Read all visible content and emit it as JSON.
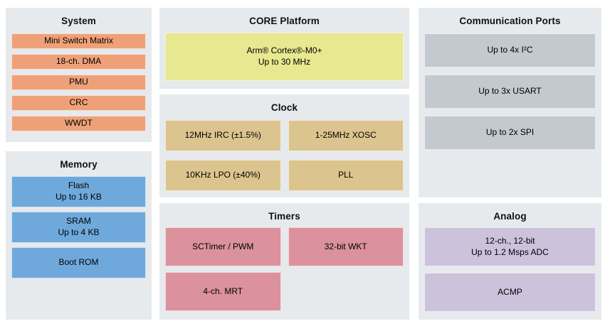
{
  "colors": {
    "panel_bg": "#E6EAED",
    "system_block": "#EEA178",
    "memory_block": "#6FA9DC",
    "core_block": "#E7E88F",
    "clock_block": "#DCC48E",
    "timers_block": "#DB929C",
    "comm_block": "#C3C9CE",
    "analog_block": "#CCC2DC",
    "text": "#000000"
  },
  "panels": {
    "system": {
      "title": "System",
      "blocks": [
        {
          "line1": "Mini Switch Matrix"
        },
        {
          "line1": "18-ch. DMA"
        },
        {
          "line1": "PMU"
        },
        {
          "line1": "CRC"
        },
        {
          "line1": "WWDT"
        }
      ]
    },
    "memory": {
      "title": "Memory",
      "blocks": [
        {
          "line1": "Flash",
          "line2": "Up to 16 KB"
        },
        {
          "line1": "SRAM",
          "line2": "Up to 4 KB"
        },
        {
          "line1": "Boot ROM"
        }
      ]
    },
    "core": {
      "title": "CORE Platform",
      "blocks": [
        {
          "line1": "Arm® Cortex®-M0+",
          "line2": "Up to 30 MHz"
        }
      ]
    },
    "clock": {
      "title": "Clock",
      "blocks": [
        {
          "line1": "12MHz IRC (±1.5%)"
        },
        {
          "line1": "1-25MHz XOSC"
        },
        {
          "line1": "10KHz LPO (±40%)"
        },
        {
          "line1": "PLL"
        }
      ]
    },
    "timers": {
      "title": "Timers",
      "blocks": [
        {
          "line1": "SCTimer / PWM"
        },
        {
          "line1": "32-bit WKT"
        },
        {
          "line1": "4-ch. MRT"
        }
      ]
    },
    "comm": {
      "title": "Communication Ports",
      "blocks": [
        {
          "line1": "Up to 4x I²C"
        },
        {
          "line1": "Up to 3x USART"
        },
        {
          "line1": "Up to 2x SPI"
        }
      ]
    },
    "analog": {
      "title": "Analog",
      "blocks": [
        {
          "line1": "12-ch., 12-bit",
          "line2": "Up to 1.2 Msps ADC"
        },
        {
          "line1": "ACMP"
        }
      ]
    }
  }
}
